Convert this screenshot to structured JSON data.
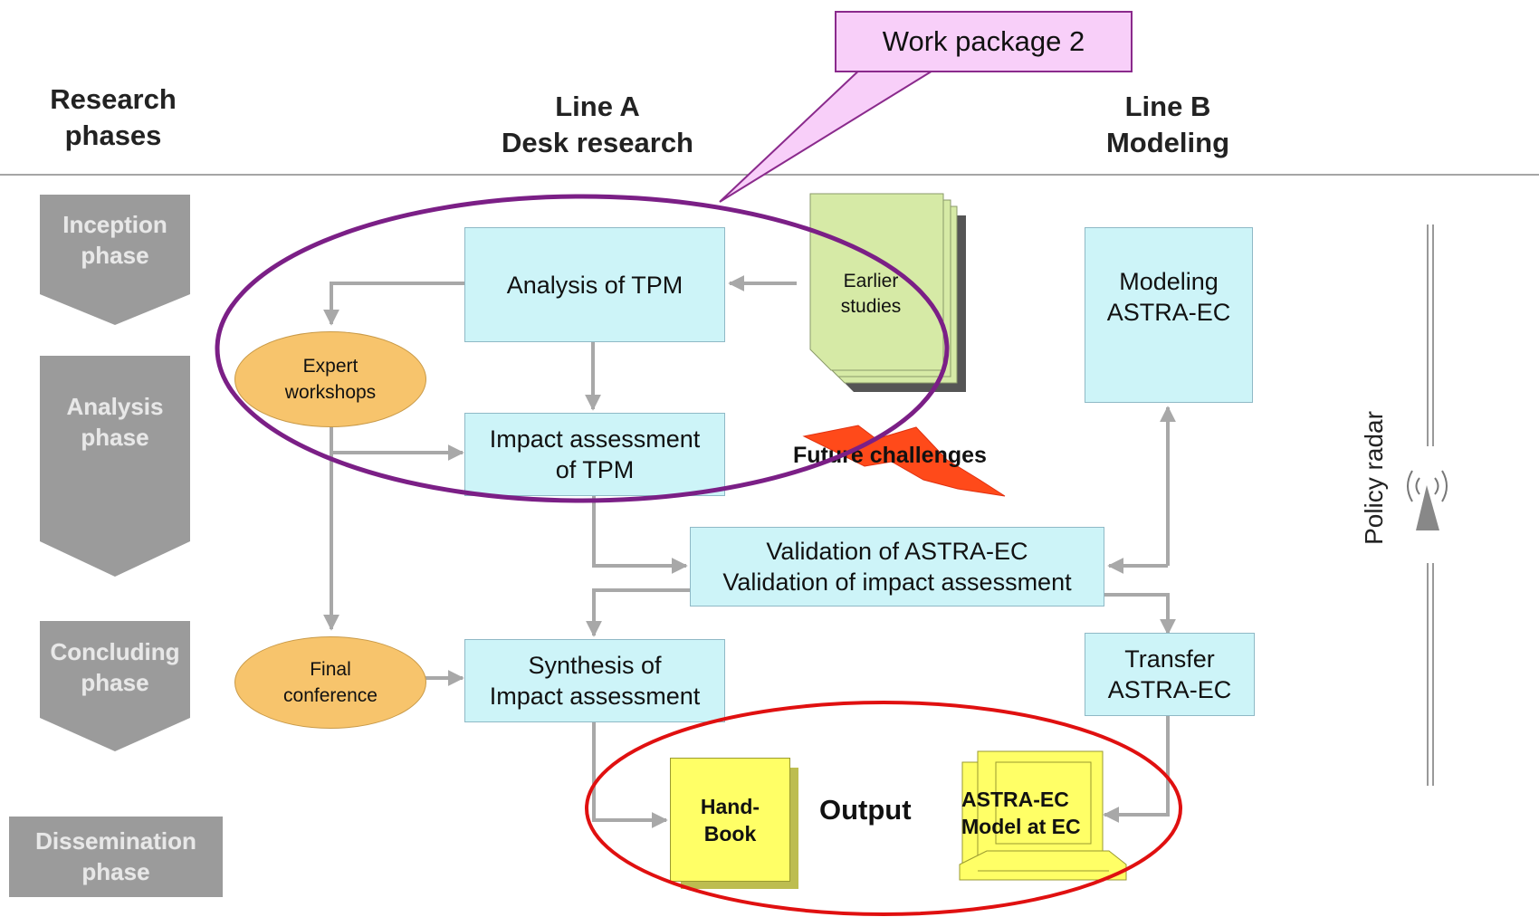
{
  "callout": {
    "label": "Work package 2"
  },
  "headers": {
    "research_phases": [
      "Research",
      "phases"
    ],
    "line_a": [
      "Line A",
      "Desk research"
    ],
    "line_b": [
      "Line B",
      "Modeling"
    ]
  },
  "phases": [
    [
      "Inception",
      "phase"
    ],
    [
      "Analysis",
      "phase"
    ],
    [
      "Concluding",
      "phase"
    ],
    [
      "Dissemination",
      "phase"
    ]
  ],
  "nodes": {
    "analysis_tpm": "Analysis of TPM",
    "earlier_studies": [
      "Earlier",
      "studies"
    ],
    "expert_workshops": [
      "Expert",
      "workshops"
    ],
    "impact_assessment": [
      "Impact assessment",
      "of TPM"
    ],
    "future_challenges": "Future challenges",
    "modeling": [
      "Modeling",
      "ASTRA-EC"
    ],
    "validation": [
      "Validation of ASTRA-EC",
      "Validation of impact assessment"
    ],
    "final_conference": [
      "Final",
      "conference"
    ],
    "synthesis": [
      "Synthesis of",
      "Impact assessment"
    ],
    "transfer": [
      "Transfer",
      "ASTRA-EC"
    ],
    "handbook": [
      "Hand-",
      "Book"
    ],
    "output": "Output",
    "astra_model": [
      "ASTRA-EC",
      "Model at EC"
    ],
    "policy_radar": "Policy radar"
  },
  "colors": {
    "process_box": "#cdf4f8",
    "oval": "#f7c46c",
    "callout": "#f8cff9",
    "work_package_ellipse": "#7b1f86",
    "output_ellipse": "#e01010",
    "document": "#d6eaa6",
    "phase_arrow": "#9b9b9b",
    "handbook": "#ffff66"
  }
}
